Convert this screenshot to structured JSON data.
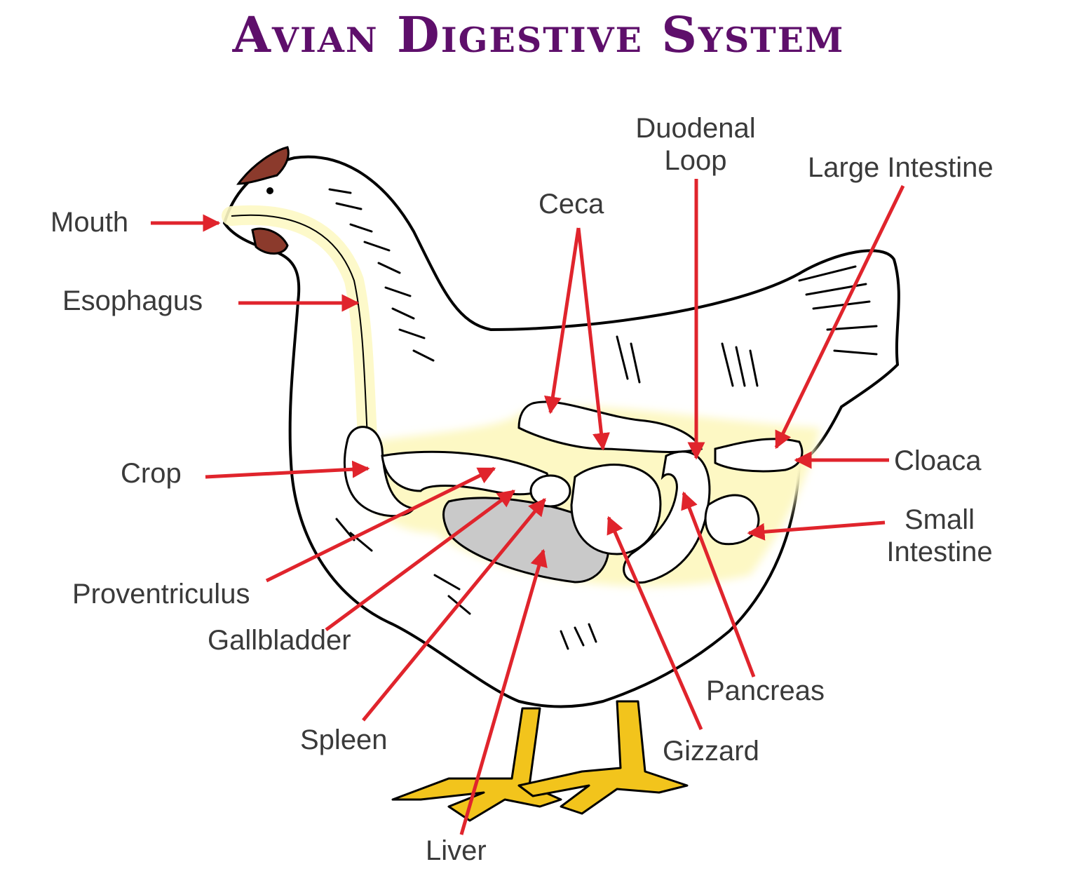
{
  "title": "Avian Digestive System",
  "colors": {
    "title": "#5e0f6b",
    "arrow": "#e0242c",
    "label": "#3a3a3a",
    "comb": "#8b3a2c",
    "feet": "#f2c41c",
    "organ_glow": "#fdf8c4",
    "liver": "#c9c9c9"
  },
  "labels": {
    "mouth": "Mouth",
    "esophagus": "Esophagus",
    "crop": "Crop",
    "proventriculus": "Proventriculus",
    "gallbladder": "Gallbladder",
    "spleen": "Spleen",
    "liver": "Liver",
    "ceca": "Ceca",
    "duodenal_loop": [
      "Duodenal",
      "Loop"
    ],
    "large_intestine": "Large Intestine",
    "cloaca": "Cloaca",
    "small_intestine": [
      "Small",
      "Intestine"
    ],
    "pancreas": "Pancreas",
    "gizzard": "Gizzard"
  }
}
